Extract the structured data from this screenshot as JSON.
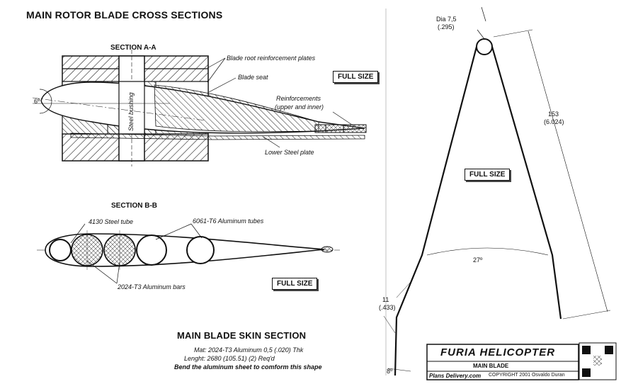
{
  "title": "MAIN ROTOR BLADE CROSS SECTIONS",
  "section_a": {
    "heading": "SECTION A-A",
    "angle": "6º",
    "labels": {
      "root_plates": "Blade root reinforcement plates",
      "blade_seat": "Blade seat",
      "reinforcements": "Reinforcements",
      "reinforcements_sub": "(upper and inner)",
      "lower_plate": "Lower Steel plate",
      "bushing": "Steel bushing"
    },
    "full_size": "FULL SIZE"
  },
  "section_b": {
    "heading": "SECTION B-B",
    "labels": {
      "steel_tube": "4130 Steel tube",
      "al_tubes": "6061-T6 Aluminum tubes",
      "al_bars": "2024-T3 Aluminum bars"
    },
    "full_size": "FULL SIZE"
  },
  "skin": {
    "heading": "MAIN BLADE SKIN SECTION",
    "line1": "Mat: 2024-T3 Aluminum 0,5 (.020) Thk",
    "line2": "Lenght: 2680 (105.51) (2) Req'd",
    "line3": "Bend the aluminum sheet to comform this shape",
    "dia": "Dia 7,5",
    "dia_in": "(.295)",
    "length": "153",
    "length_in": "(6.024)",
    "angle": "27º",
    "flange": "11",
    "flange_in": "(.433)",
    "tip_angle": "8º",
    "full_size": "FULL SIZE"
  },
  "title_block": {
    "brand": "FURIA HELICOPTER",
    "part": "MAIN BLADE",
    "copyright": "COPYRIGHT 2001 Osvaldo Duran",
    "site": "Plans Delivery.com"
  }
}
